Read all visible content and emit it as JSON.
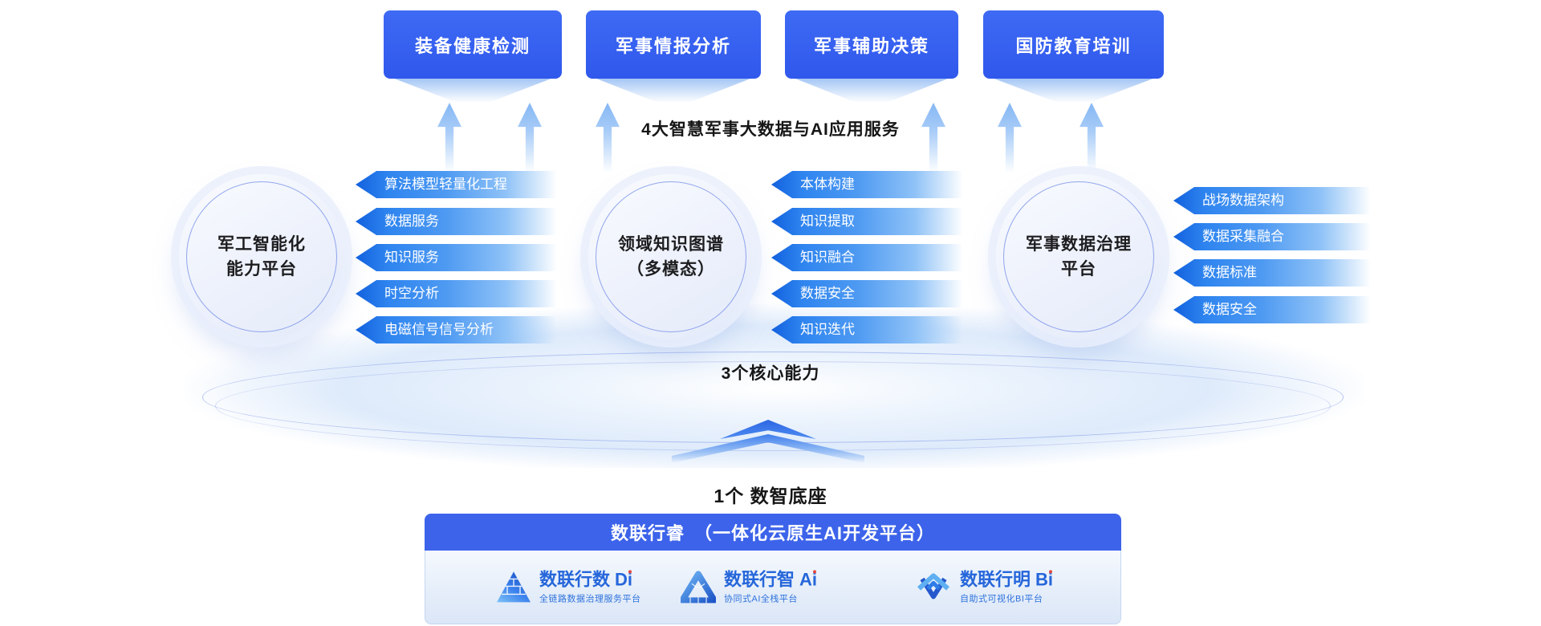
{
  "icons": {
    "up_arrow": "up-arrow-icon",
    "product_1": "pyramid-cubes-icon",
    "product_2": "triangle-cubes-icon",
    "product_3": "knot-triangle-icon"
  },
  "colors": {
    "primary_blue": "#3A63F0",
    "tag_gradient_start": "#1261DE",
    "tag_gradient_mid": "#4E9AF2",
    "panel_header_blue": "#3C63EA",
    "logo_text_blue": "#2566DA",
    "logo_dot_red": "#E8443A"
  },
  "top_services": {
    "caption": "4大智慧军事大数据与AI应用服务",
    "items": [
      {
        "label": "装备健康检测"
      },
      {
        "label": "军事情报分析"
      },
      {
        "label": "军事辅助决策"
      },
      {
        "label": "国防教育培训"
      }
    ]
  },
  "capabilities": {
    "caption": "3个核心能力",
    "platforms": [
      {
        "title_line1": "军工智能化",
        "title_line2": "能力平台",
        "tags": [
          "算法模型轻量化工程",
          "数据服务",
          "知识服务",
          "时空分析",
          "电磁信号信号分析"
        ]
      },
      {
        "title_line1": "领域知识图谱",
        "title_line2": "（多模态）",
        "tags": [
          "本体构建",
          "知识提取",
          "知识融合",
          "数据安全",
          "知识迭代"
        ]
      },
      {
        "title_line1": "军事数据治理",
        "title_line2": "平台",
        "tags": [
          "战场数据架构",
          "数据采集融合",
          "数据标准",
          "数据安全"
        ]
      }
    ]
  },
  "foundation": {
    "caption": "1个 数智底座",
    "panel_title": "数联行睿　（一体化云原生AI开发平台）",
    "products": [
      {
        "name": "数联行数",
        "suffix": "Di",
        "subtitle": "全链路数据治理服务平台"
      },
      {
        "name": "数联行智",
        "suffix": "Ai",
        "subtitle": "协同式AI全栈平台"
      },
      {
        "name": "数联行明",
        "suffix": "Bi",
        "subtitle": "自助式可视化BI平台"
      }
    ]
  }
}
